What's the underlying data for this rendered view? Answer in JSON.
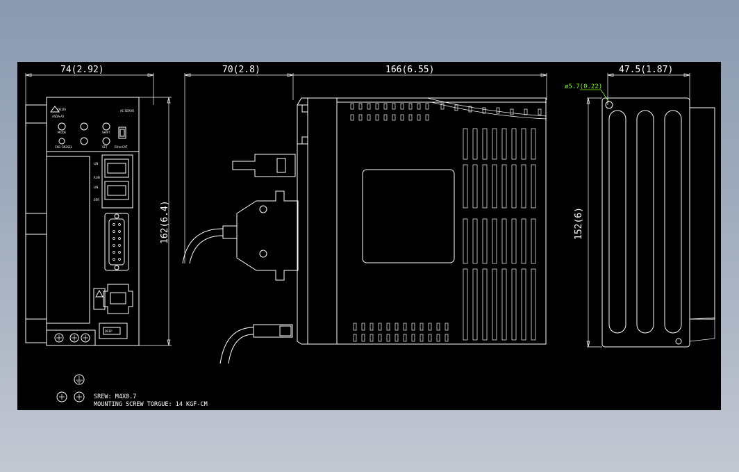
{
  "dimensions": {
    "front_width": "74(2.92)",
    "connector_depth": "70(2.8)",
    "side_depth": "166(6.55)",
    "rear_width": "47.5(1.87)",
    "front_height": "162(6.4)",
    "rear_height": "152(6)",
    "hole_diameter": "ø5.7(0.22)"
  },
  "notes": {
    "screw": "SREW: M4X0.7",
    "torque": "MOUNTING SCREW TORGUE: 14 KGF-CM"
  },
  "colors": {
    "background_top": "#8a9ab0",
    "drawing_background": "#000000",
    "line": "#ffffff",
    "leader": "#7cfc00"
  },
  "icons": [
    "ground-symbol-icon",
    "screw-head-icon",
    "warning-triangle-icon"
  ]
}
